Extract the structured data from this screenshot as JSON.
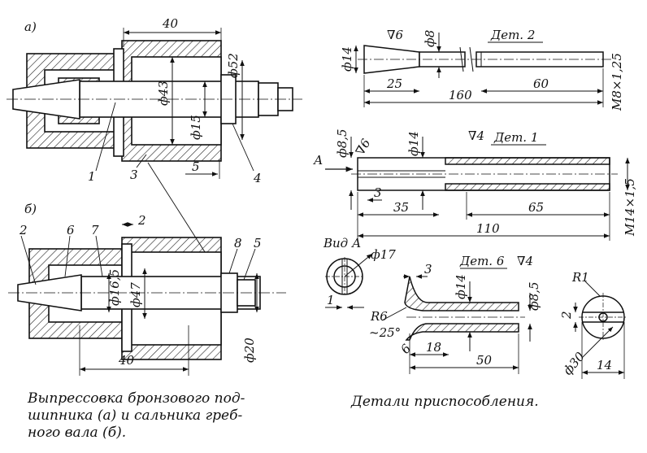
{
  "figure_a": {
    "panel_label": "а)",
    "dim_40": "40",
    "dim_phi43": "ф43",
    "dim_phi52": "ф52",
    "dim_phi15": "ф15",
    "dim_5": "5",
    "part_1": "1",
    "part_3": "3",
    "part_4": "4"
  },
  "figure_b": {
    "panel_label": "б)",
    "part_2": "2",
    "part_6": "6",
    "part_7": "7",
    "part_8": "8",
    "part_5": "5",
    "dim_2": "2",
    "dim_phi16_5": "ф16,5",
    "dim_phi47": "ф47",
    "dim_40": "40",
    "dim_phi20": "ф20"
  },
  "det2": {
    "title": "Дет. 2",
    "finish": "∇6",
    "dim_phi8": "ф8",
    "dim_phi14": "ф14",
    "dim_25": "25",
    "dim_160": "160",
    "dim_60": "60",
    "thread": "М8×1,25"
  },
  "det1": {
    "finish": "∇4",
    "title": "Дет. 1",
    "dim_phi8_5": "ф8,5",
    "taper": "∇6",
    "dim_phi14": "ф14",
    "view_arrow": "А",
    "dim_3": "3",
    "dim_35": "35",
    "dim_65": "65",
    "dim_110": "110",
    "thread": "М14×1,5"
  },
  "view_a": {
    "title": "Вид А",
    "dim_phi17": "ф17",
    "dim_1": "1"
  },
  "det6": {
    "title": "Дет. 6",
    "finish": "∇4",
    "dim_3": "3",
    "dim_phi14": "ф14",
    "dim_phi8_5": "ф8,5",
    "radius": "R6",
    "angle": "~25°",
    "dim_6": "6",
    "dim_18": "18",
    "dim_50": "50"
  },
  "det6_side": {
    "radius": "R1",
    "dim_2": "2",
    "dim_phi30": "ф30",
    "dim_14": "14"
  },
  "captions": {
    "left_line1": "Выпрессовка   бронзового   под-",
    "left_line2": "шипника (а) и сальника греб-",
    "left_line3": "ного вала (б).",
    "right": "Детали приспособления."
  }
}
